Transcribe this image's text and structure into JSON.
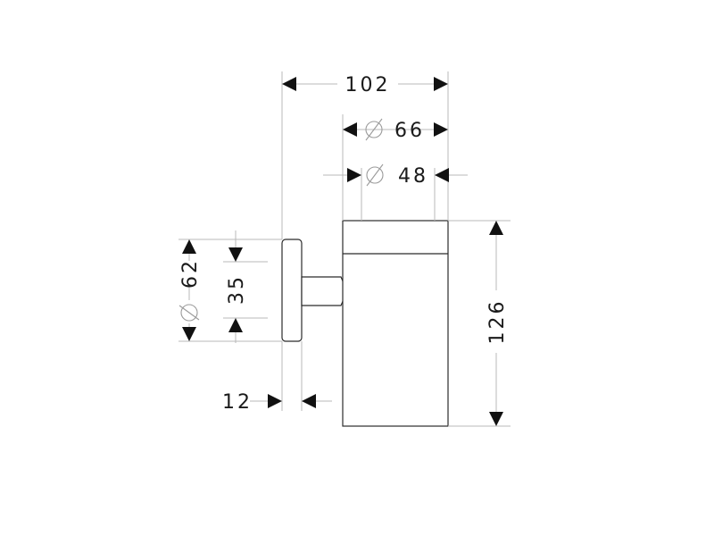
{
  "drawing": {
    "dimensions": {
      "overall_width": "102",
      "outer_diameter_symbol": "⌀",
      "outer_diameter": "66",
      "inner_diameter_symbol": "⌀",
      "inner_diameter": "48",
      "overall_height": "126",
      "plate_diameter_symbol": "⌀",
      "plate_diameter": "62",
      "arm_height": "35",
      "plate_thickness": "12"
    },
    "colors": {
      "outline": "#2b2b2b",
      "dimension_line": "#b8b8b8",
      "arrow": "#111111",
      "text": "#1a1a1a"
    }
  }
}
